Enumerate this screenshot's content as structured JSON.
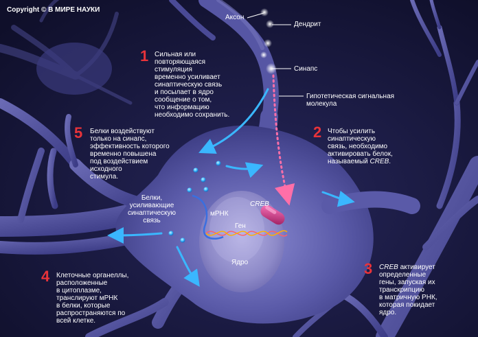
{
  "copyright": "Copyright © В МИРЕ НАУКИ",
  "labels": {
    "axon": "Аксон",
    "dendrite": "Дендрит",
    "synapse": "Синапс",
    "signal_molecule": "Гипотетическая сигнальная\nмолекула",
    "creb": "CREB",
    "mrna": "мРНК",
    "gene": "Ген",
    "nucleus": "Ядро",
    "proteins": "Белки,\nусиливающие\nсинаптическую\nсвязь"
  },
  "steps": [
    {
      "number": "1",
      "text": "Сильная или\nповторяющаяся\nстимуляция\nвременно усиливает\nсинаптическую связь\nи посылает в ядро\nсообщение о том,\nчто информацию\nнеобходимо сохранить."
    },
    {
      "number": "2",
      "text_before": "Чтобы усилить\nсинаптическую\nсвязь, необходимо\nактивировать белок,\nназываемый ",
      "text_em": "CREB",
      "text_after": "."
    },
    {
      "number": "3",
      "text_em": "CREB",
      "text_after": " активирует\nопределенные\nгены, запуская их\nтранскрипцию\nв матричную РНК,\nкоторая покидает\nядро."
    },
    {
      "number": "4",
      "text": "Клеточные органеллы,\nрасположенные\nв цитоплазме,\nтранслируют мРНК\nв белки, которые\nраспространяются по\nвсей клетке."
    },
    {
      "number": "5",
      "text": "Белки воздействуют\nтолько на синапс,\nэффективность которого\nвременно повышена\nпод воздействием\nисходного\nстимула."
    }
  ],
  "colors": {
    "background": "#141433",
    "neuron": "#5a5aa6",
    "step_number": "#e8333a",
    "signal": "#ff6fa8",
    "protein": "#3ab7ff",
    "creb": "#c0257a"
  }
}
